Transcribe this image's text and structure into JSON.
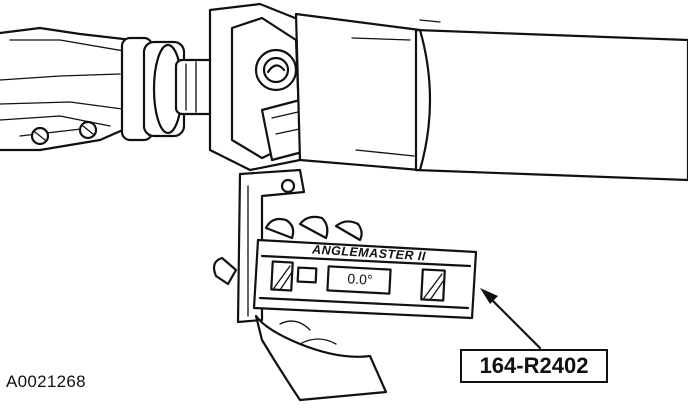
{
  "figure": {
    "figure_id": "A0021268",
    "tool_callout": "164-R2402",
    "tool_brand_label": "ANGLEMASTER II",
    "tool_reading": "0.0°"
  }
}
